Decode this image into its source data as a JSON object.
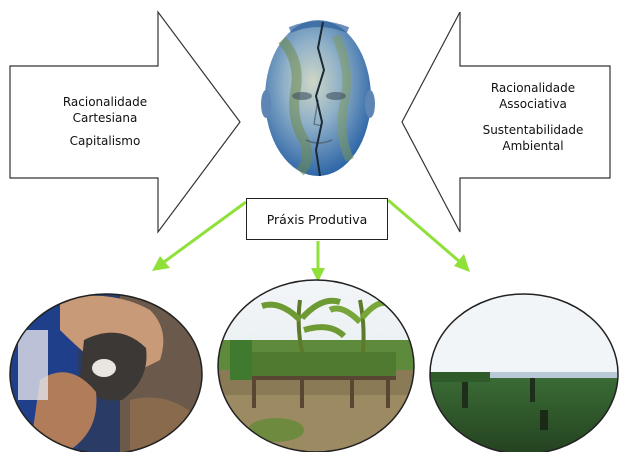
{
  "left_arrow": {
    "lines": [
      "Racionalidade",
      "Cartesiana",
      "Capitalismo"
    ]
  },
  "right_arrow": {
    "lines": [
      "Racionalidade",
      "Associativa",
      "Sustentabilidade",
      "Ambiental"
    ]
  },
  "center_box": {
    "label": "Práxis Produtiva"
  },
  "colors": {
    "arrow_green": "#8fe13a",
    "outline": "#333333",
    "earth_blue": "#3f7fc0"
  },
  "icons": {
    "center": "earth-face-icon",
    "photo_left": "hands-holding-bird-photo",
    "photo_center": "garden-seedbed-photo",
    "photo_right": "riverside-field-photo"
  }
}
